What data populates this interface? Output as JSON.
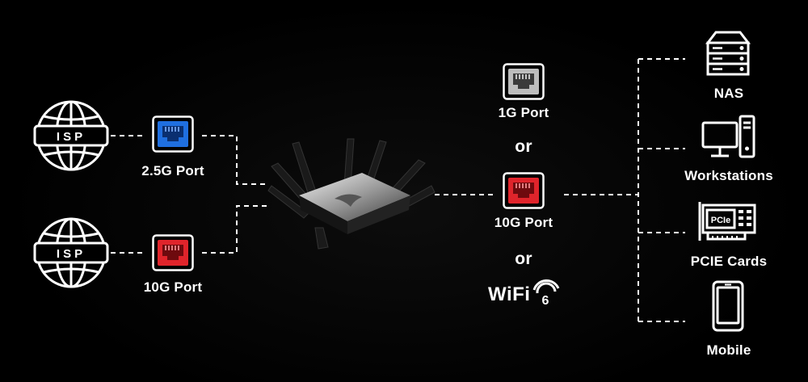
{
  "isp_top": {
    "text": "ISP",
    "icon": "globe-icon"
  },
  "isp_bottom": {
    "text": "ISP",
    "icon": "globe-icon"
  },
  "wan_ports": [
    {
      "label": "2.5G Port",
      "color": "#1f6fe0",
      "icon": "ethernet-port-icon"
    },
    {
      "label": "10G Port",
      "color": "#e0242b",
      "icon": "ethernet-port-icon"
    }
  ],
  "router": {
    "icon": "router-icon"
  },
  "lan_options": [
    {
      "label": "1G Port",
      "color": "#bdbdbd",
      "icon": "ethernet-port-icon"
    },
    {
      "label": "10G Port",
      "color": "#e0242b",
      "icon": "ethernet-port-icon"
    }
  ],
  "or_text": "or",
  "wifi": {
    "text": "WiFi",
    "badge": "6"
  },
  "devices": [
    {
      "label": "NAS",
      "icon": "nas-server-icon"
    },
    {
      "label": "Workstations",
      "icon": "workstation-icon"
    },
    {
      "label": "PCIE Cards",
      "icon": "pcie-card-icon",
      "chip_text": "PCIe"
    },
    {
      "label": "Mobile",
      "icon": "mobile-phone-icon"
    }
  ],
  "colors": {
    "background": "#000000",
    "line": "#ffffff",
    "accent_red": "#e0242b",
    "accent_blue": "#1f6fe0"
  }
}
